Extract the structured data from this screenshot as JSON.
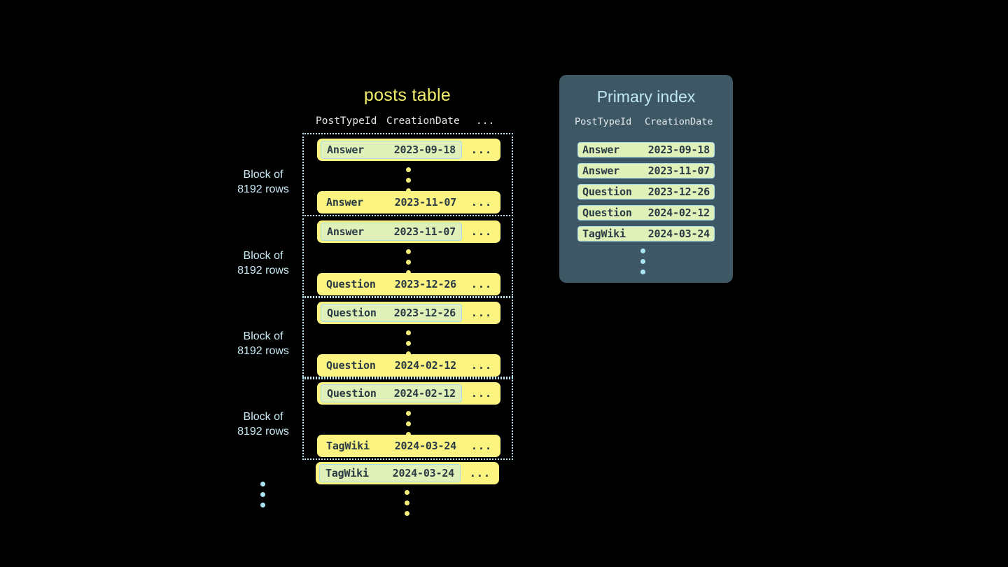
{
  "posts_table": {
    "title": "posts table",
    "columns": {
      "post_type_id": "PostTypeId",
      "creation_date": "CreationDate",
      "more": "..."
    },
    "row_more": "...",
    "block_label": "Block of\n8192 rows",
    "block_label_line1": "Block of",
    "block_label_line2": "8192 rows",
    "blocks": [
      {
        "label_line1": "Block of",
        "label_line2": "8192 rows",
        "first_row": {
          "post_type_id": "Answer",
          "creation_date": "2023-09-18",
          "more": "...",
          "marked": true
        },
        "last_row": {
          "post_type_id": "Answer",
          "creation_date": "2023-11-07",
          "more": "...",
          "marked": false
        }
      },
      {
        "label_line1": "Block of",
        "label_line2": "8192 rows",
        "first_row": {
          "post_type_id": "Answer",
          "creation_date": "2023-11-07",
          "more": "...",
          "marked": true
        },
        "last_row": {
          "post_type_id": "Question",
          "creation_date": "2023-12-26",
          "more": "...",
          "marked": false
        }
      },
      {
        "label_line1": "Block of",
        "label_line2": "8192 rows",
        "first_row": {
          "post_type_id": "Question",
          "creation_date": "2023-12-26",
          "more": "...",
          "marked": true
        },
        "last_row": {
          "post_type_id": "Question",
          "creation_date": "2024-02-12",
          "more": "...",
          "marked": false
        }
      },
      {
        "label_line1": "Block of",
        "label_line2": "8192 rows",
        "first_row": {
          "post_type_id": "Question",
          "creation_date": "2024-02-12",
          "more": "...",
          "marked": true
        },
        "last_row": {
          "post_type_id": "TagWiki",
          "creation_date": "2024-03-24",
          "more": "...",
          "marked": false
        }
      }
    ],
    "trailing_row": {
      "post_type_id": "TagWiki",
      "creation_date": "2024-03-24",
      "more": "...",
      "marked": true
    }
  },
  "primary_index": {
    "title": "Primary index",
    "columns": {
      "post_type_id": "PostTypeId",
      "creation_date": "CreationDate"
    },
    "rows": [
      {
        "post_type_id": "Answer",
        "creation_date": "2023-09-18"
      },
      {
        "post_type_id": "Answer",
        "creation_date": "2023-11-07"
      },
      {
        "post_type_id": "Question",
        "creation_date": "2023-12-26"
      },
      {
        "post_type_id": "Question",
        "creation_date": "2024-02-12"
      },
      {
        "post_type_id": "TagWiki",
        "creation_date": "2024-03-24"
      }
    ]
  },
  "colors": {
    "background": "#000000",
    "row_yellow": "#fbf481",
    "mark_green": "#dff0b8",
    "mark_border": "#a9dced",
    "panel_slate": "#3d5864",
    "accent_blue": "#bfe6f4",
    "title_yellow": "#f2f06a",
    "text_dark": "#2a3b45"
  }
}
